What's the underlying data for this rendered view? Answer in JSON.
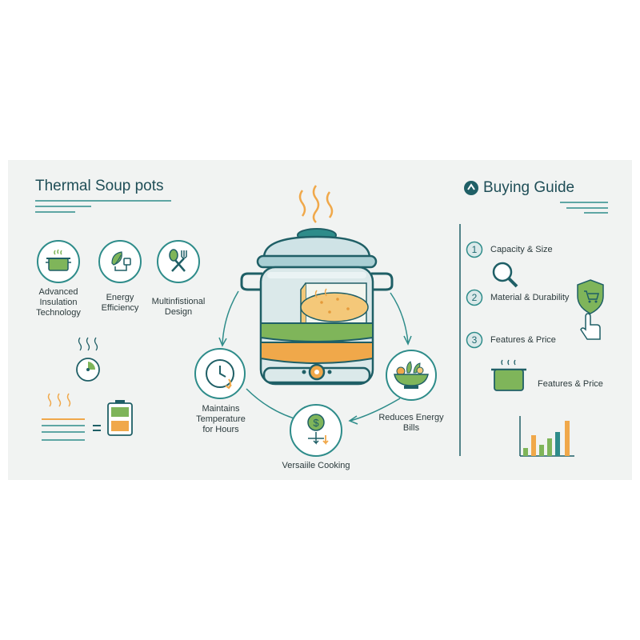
{
  "left": {
    "title": "Thermal Soup pots",
    "features": [
      {
        "label_lines": [
          "Advanced",
          "Insulation",
          "Technology"
        ],
        "icon": "pot-icon"
      },
      {
        "label_lines": [
          "Energy",
          "Efficiency"
        ],
        "icon": "leaf-plug-icon"
      },
      {
        "label_lines": [
          "Multinfistional",
          "Design"
        ],
        "icon": "utensils-icon"
      }
    ]
  },
  "center": {
    "benefits": [
      {
        "label_lines": [
          "Maintains",
          "Temperature",
          "for Hours"
        ],
        "icon": "clock-icon"
      },
      {
        "label_lines": [
          "Versaiile Cooking"
        ],
        "icon": "money-down-icon"
      },
      {
        "label_lines": [
          "Reduces Energy",
          "Bills"
        ],
        "icon": "vegetable-bowl-icon"
      }
    ]
  },
  "right": {
    "title": "Buying Guide",
    "steps": [
      {
        "number": "1",
        "label": "Capacity & Size"
      },
      {
        "number": "2",
        "label": "Material & Durability"
      },
      {
        "number": "3",
        "label": "Features & Price"
      }
    ],
    "extra_label": "Features & Price"
  },
  "colors": {
    "teal": "#2e8c8a",
    "dark_teal": "#1f5f66",
    "green": "#7fb55a",
    "orange": "#f0a84a",
    "panel": "#f1f3f2"
  }
}
